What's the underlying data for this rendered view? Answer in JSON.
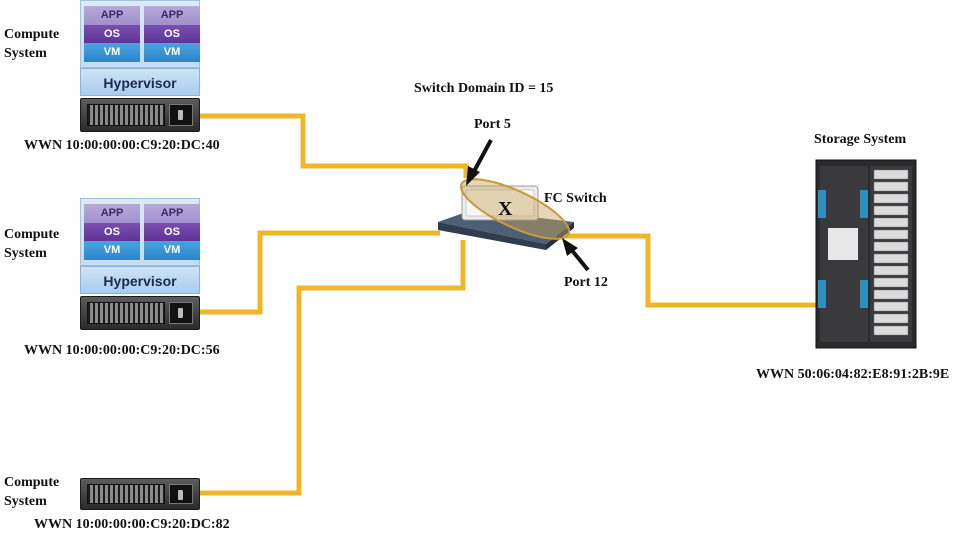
{
  "labels": {
    "compute_label": "Compute\nSystem",
    "wwn_top": "WWN 10:00:00:00:C9:20:DC:40",
    "wwn_mid": "WWN 10:00:00:00:C9:20:DC:56",
    "wwn_bottom": "WWN 10:00:00:00:C9:20:DC:82",
    "wwn_storage": "WWN 50:06:04:82:E8:91:2B:9E",
    "switch_domain": "Switch Domain ID = 15",
    "port5": "Port 5",
    "port12": "Port 12",
    "fc_switch": "FC Switch",
    "x_mark": "X",
    "storage_system": "Storage System"
  },
  "stack": {
    "app": "APP",
    "os": "OS",
    "vm": "VM",
    "hypervisor": "Hypervisor"
  },
  "colors": {
    "cable": "#f0b62a",
    "zone": "#c8a35a",
    "switch": "#5c6f84"
  }
}
